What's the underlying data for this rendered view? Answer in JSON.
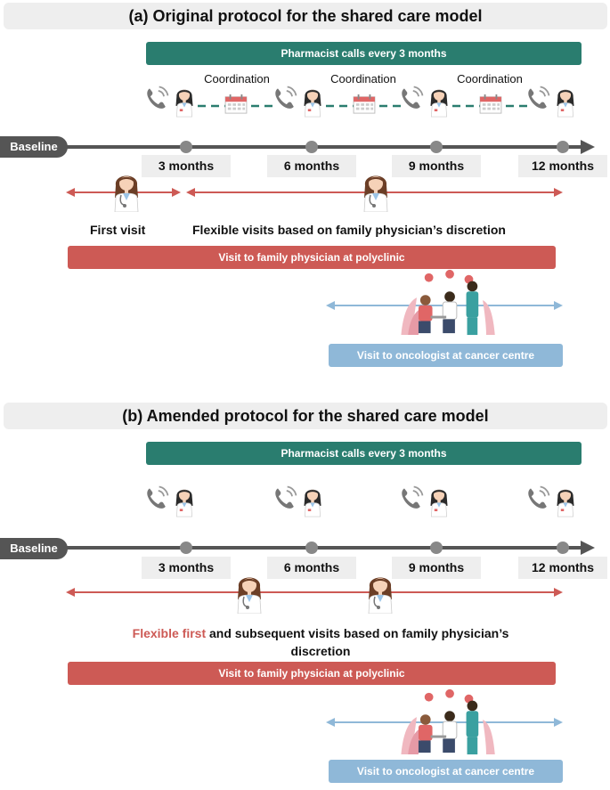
{
  "panel_a": {
    "title": "(a) Original protocol for the shared care model",
    "pharmacist_bar": "Pharmacist calls every 3 months",
    "coordination_labels": [
      "Coordination",
      "Coordination",
      "Coordination"
    ],
    "baseline": "Baseline",
    "months": [
      "3 months",
      "6 months",
      "9 months",
      "12 months"
    ],
    "first_visit": "First visit",
    "flexible_visits": "Flexible visits based on family physician’s discretion",
    "fp_bar": "Visit to family physician at polyclinic",
    "onc_bar": "Visit to oncologist at cancer centre"
  },
  "panel_b": {
    "title": "(b) Amended protocol for the shared care model",
    "pharmacist_bar": "Pharmacist calls every 3 months",
    "baseline": "Baseline",
    "months": [
      "3 months",
      "6 months",
      "9 months",
      "12 months"
    ],
    "flexible_first": "Flexible first",
    "subsequent_line1": " and subsequent visits based on family physician’s",
    "subsequent_line2": "discretion",
    "fp_bar": "Visit to family physician at polyclinic",
    "onc_bar": "Visit to oncologist at cancer centre"
  },
  "colors": {
    "pharmacist": "#2a7d6f",
    "family_physician": "#cd5a55",
    "oncologist": "#8fb8d8",
    "timeline": "#555555",
    "label_bg": "#eeeeee"
  }
}
